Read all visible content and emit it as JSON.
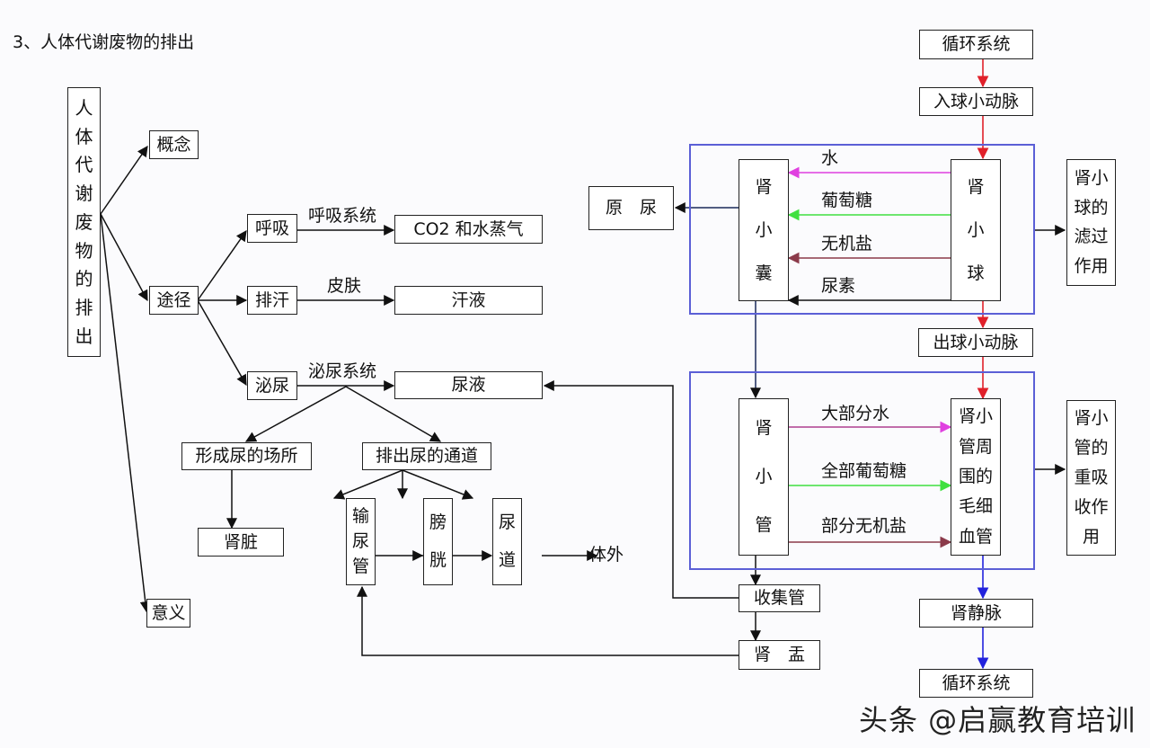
{
  "title": "3、人体代谢废物的排出",
  "watermark": "头条 @启赢教育培训",
  "colors": {
    "line": "#111111",
    "frame": "#5b5fd6",
    "red": "#e0202a",
    "magenta": "#e040e0",
    "green": "#40e040",
    "maroon": "#8b3a4a",
    "blue": "#2222dd"
  },
  "left_tree": {
    "root": [
      "人",
      "体",
      "代",
      "谢",
      "废",
      "物",
      "的",
      "排",
      "出"
    ],
    "concept": "概念",
    "route": "途径",
    "meaning": "意义",
    "breathing": "呼吸",
    "sweating": "排汗",
    "urination": "泌尿",
    "breathing_system": "呼吸系统",
    "skin": "皮肤",
    "urinary_system": "泌尿系统",
    "co2_vapor": "CO2 和水蒸气",
    "sweat": "汗液",
    "urine": "尿液",
    "urine_formation_site": "形成尿的场所",
    "urine_excretion_path": "排出尿的通道",
    "kidney": "肾脏",
    "ureter": [
      "输",
      "尿",
      "管"
    ],
    "bladder": [
      "膀",
      "胱"
    ],
    "urethra": [
      "尿",
      "道"
    ],
    "outside_body": "体外"
  },
  "right_flow": {
    "circulation_top": "循环系统",
    "afferent_arteriole": "入球小动脉",
    "efferent_arteriole": "出球小动脉",
    "renal_vein": "肾静脉",
    "circulation_bottom": "循环系统",
    "primary_urine": "原　尿",
    "capsule": [
      "肾",
      "小",
      "囊"
    ],
    "glomerulus": [
      "肾",
      "小",
      "球"
    ],
    "filtration_effect": [
      "肾小",
      "球的",
      "滤过",
      "作用"
    ],
    "filtration_items": [
      "水",
      "葡萄糖",
      "无机盐",
      "尿素"
    ],
    "tubule": [
      "肾",
      "小",
      "管"
    ],
    "capillaries": [
      "肾小",
      "管周",
      "围的",
      "毛细",
      "血管"
    ],
    "reabsorption_effect": [
      "肾小",
      "管的",
      "重吸",
      "收作",
      "用"
    ],
    "reabsorption_items": [
      "大部分水",
      "全部葡萄糖",
      "部分无机盐"
    ],
    "collecting_duct": "收集管",
    "renal_pelvis": "肾　盂"
  }
}
